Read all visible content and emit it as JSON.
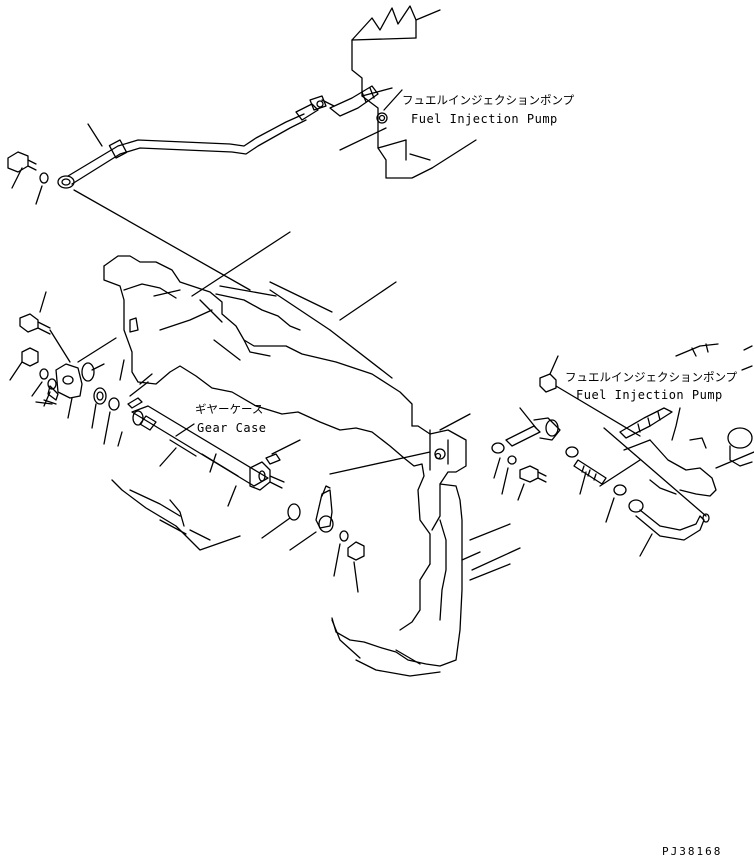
{
  "labels": {
    "fip_top_jp": "フュエルインジェクションポンプ",
    "fip_top_en": "Fuel Injection Pump",
    "gear_case_jp": "ギヤーケース",
    "gear_case_en": "Gear Case",
    "fip_right_jp": "フュエルインジェクションポンプ",
    "fip_right_en": "Fuel Injection Pump",
    "drawing_code": "PJ38168"
  },
  "colors": {
    "line": "#000000",
    "background": "#ffffff"
  }
}
